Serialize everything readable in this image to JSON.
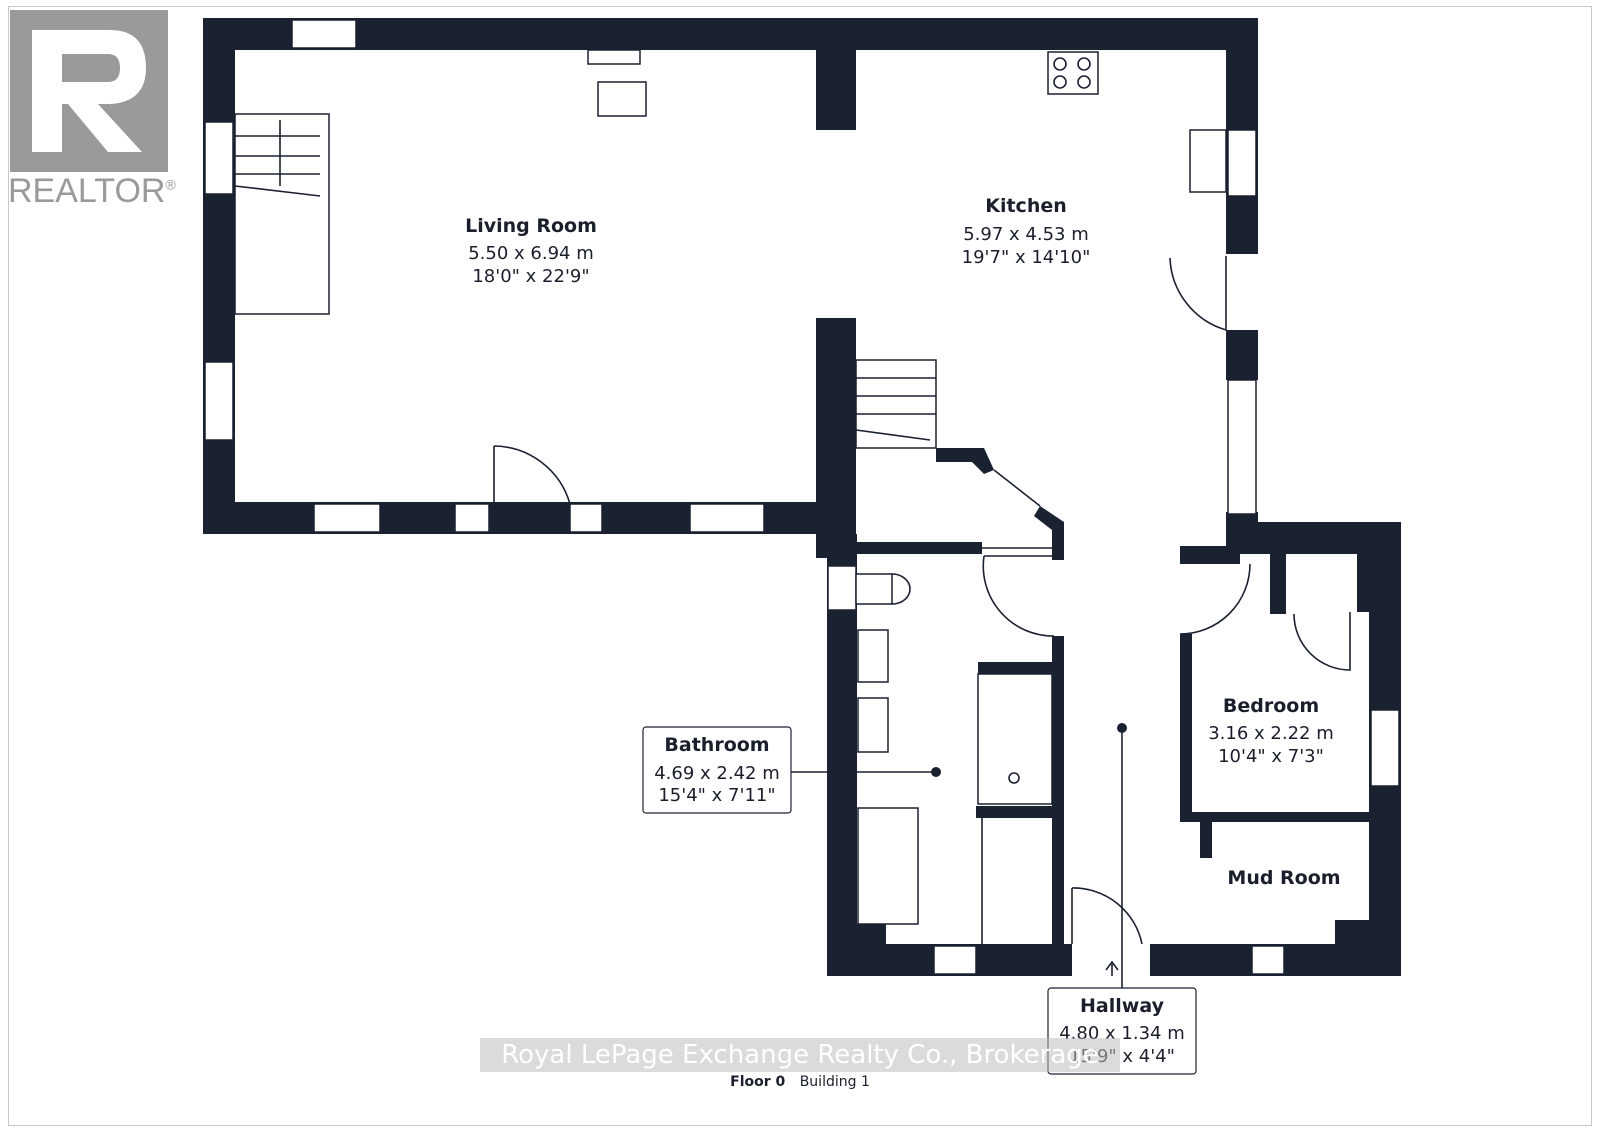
{
  "rooms": {
    "living": {
      "name": "Living Room",
      "metric": "5.50 x 6.94 m",
      "imperial": "18'0\" x 22'9\""
    },
    "kitchen": {
      "name": "Kitchen",
      "metric": "5.97 x 4.53 m",
      "imperial": "19'7\" x 14'10\""
    },
    "bedroom": {
      "name": "Bedroom",
      "metric": "3.16 x 2.22 m",
      "imperial": "10'4\" x 7'3\""
    },
    "bathroom": {
      "name": "Bathroom",
      "metric": "4.69 x 2.42 m",
      "imperial": "15'4\" x 7'11\""
    },
    "mudroom": {
      "name": "Mud Room"
    },
    "hallway": {
      "name": "Hallway",
      "metric": "4.80 x 1.34 m",
      "imperial": "15'9\" x 4'4\""
    }
  },
  "logo": {
    "text": "REALTOR",
    "mark": "®"
  },
  "watermark": "Royal LePage Exchange Realty Co., Brokerage",
  "footer": {
    "floor": "Floor 0",
    "building": "Building 1"
  },
  "colors": {
    "wall": "#1a2130",
    "logo": "#9a9a9a"
  }
}
